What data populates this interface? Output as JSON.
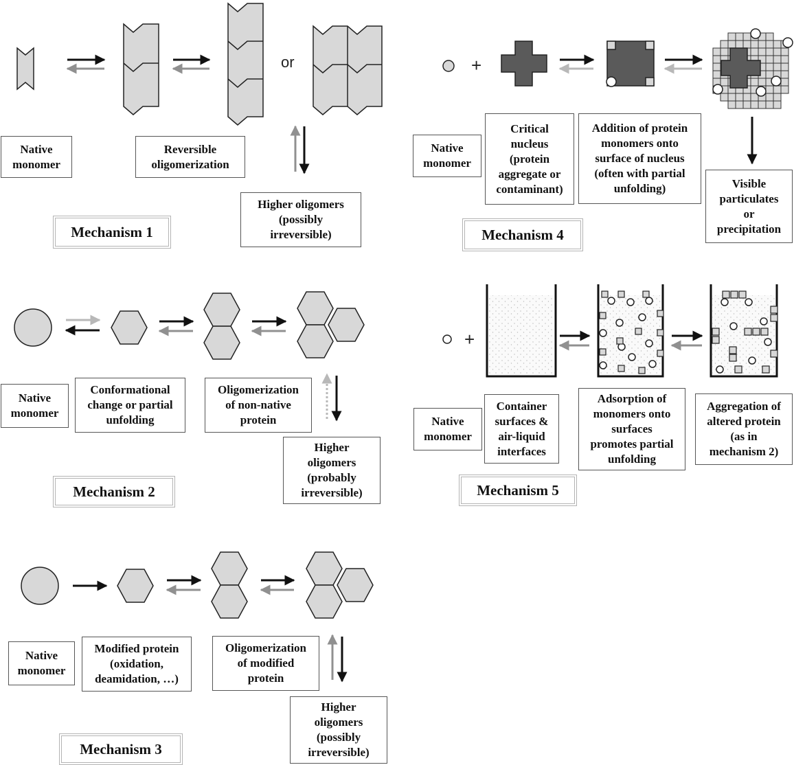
{
  "mechanism1": {
    "title": "Mechanism 1",
    "or_text": "or",
    "labels": {
      "native": "Native\nmonomer",
      "reversible": "Reversible\noligomerization",
      "higher": "Higher oligomers\n(possibly\nirreversible)"
    }
  },
  "mechanism2": {
    "title": "Mechanism 2",
    "labels": {
      "native": "Native\nmonomer",
      "conformational": "Conformational\nchange or partial\nunfolding",
      "oligomerization": "Oligomerization\nof non-native\nprotein",
      "higher": "Higher\noligomers\n(probably\nirreversible)"
    }
  },
  "mechanism3": {
    "title": "Mechanism 3",
    "labels": {
      "native": "Native\nmonomer",
      "modified": "Modified protein\n(oxidation,\ndeamidation, …)",
      "oligomerization": "Oligomerization\nof modified\nprotein",
      "higher": "Higher\noligomers\n(possibly\nirreversible)"
    }
  },
  "mechanism4": {
    "title": "Mechanism 4",
    "plus": "+",
    "labels": {
      "native": "Native\nmonomer",
      "nucleus": "Critical\nnucleus\n(protein\naggregate or\ncontaminant)",
      "addition": "Addition of protein\nmonomers onto\nsurface of nucleus\n(often with partial\nunfolding)",
      "visible": "Visible\nparticulates\nor\nprecipitation"
    }
  },
  "mechanism5": {
    "title": "Mechanism 5",
    "plus": "+",
    "labels": {
      "native": "Native\nmonomer",
      "container": "Container\nsurfaces &\nair-liquid\ninterfaces",
      "adsorption": "Adsorption of\nmonomers onto\nsurfaces\npromotes partial\nunfolding",
      "aggregation": "Aggregation of\naltered protein\n(as in\nmechanism 2)"
    }
  },
  "colors": {
    "shape_fill": "#d8d8d8",
    "nucleus_fill": "#5a5a5a",
    "arrow_forward": "#111111",
    "arrow_reverse": "#909090",
    "frame_border": "#b3b3b3"
  }
}
